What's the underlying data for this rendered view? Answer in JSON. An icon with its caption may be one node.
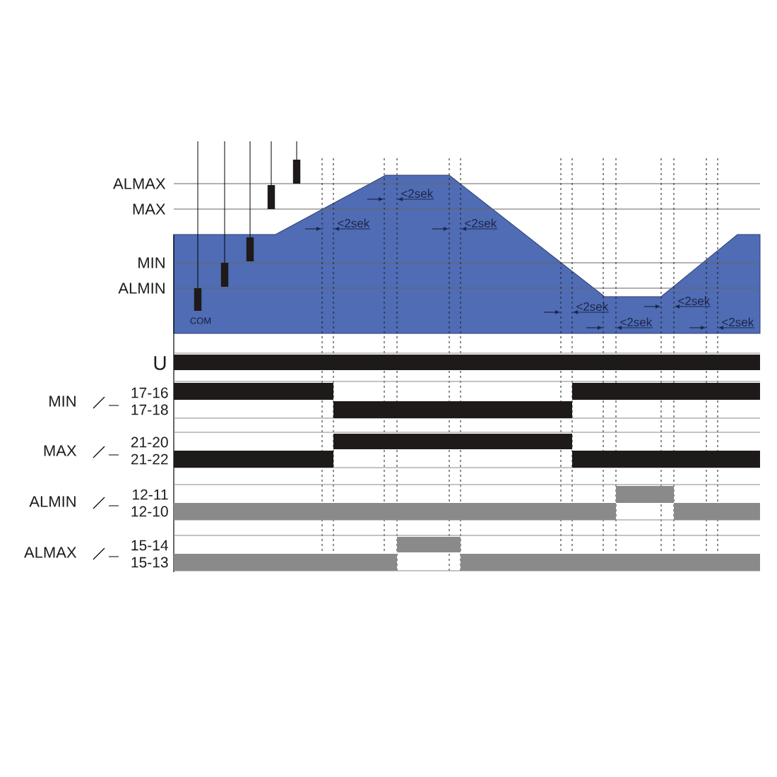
{
  "diagram": {
    "labels": [
      "ALMAX",
      "MAX",
      "MIN",
      "ALMIN",
      "COM",
      "<2sek",
      "<2sek",
      "<2sek",
      "<2sek",
      "<2sek",
      "<2sek",
      "<2sek",
      "U",
      "MIN",
      "17-16",
      "17-18",
      "MAX",
      "21-20",
      "21-22",
      "ALMIN",
      "12-11",
      "12-10",
      "ALMAX",
      "15-14",
      "15-13"
    ]
  }
}
